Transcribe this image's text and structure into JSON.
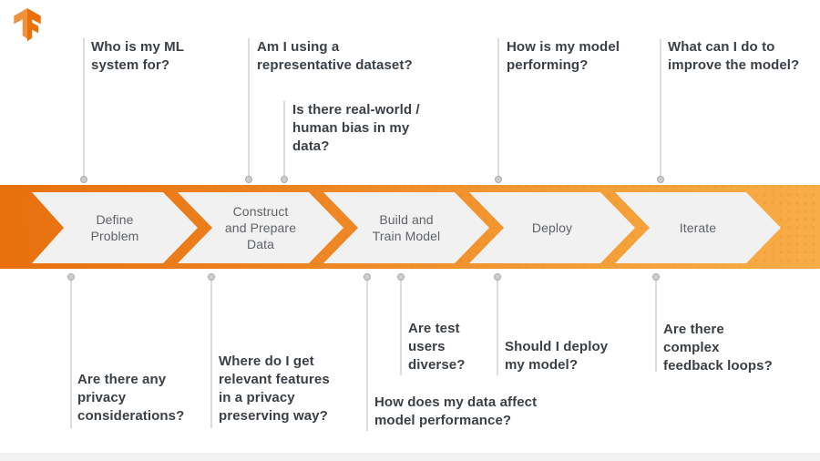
{
  "title": "TensorFlow ML workflow diagram",
  "logo": {
    "name": "TensorFlow"
  },
  "pipeline": {
    "stages": [
      {
        "label": "Define Problem",
        "lines": [
          "Define",
          "Problem"
        ]
      },
      {
        "label": "Construct and Prepare Data",
        "lines": [
          "Construct",
          "and Prepare",
          "Data"
        ]
      },
      {
        "label": "Build and Train Model",
        "lines": [
          "Build and",
          "Train Model"
        ]
      },
      {
        "label": "Deploy",
        "lines": [
          "Deploy"
        ]
      },
      {
        "label": "Iterate",
        "lines": [
          "Iterate"
        ]
      }
    ]
  },
  "questions": {
    "top": [
      {
        "lines": [
          "Who is my ML",
          "system for?"
        ]
      },
      {
        "lines": [
          "Am I using a",
          "representative dataset?"
        ]
      },
      {
        "lines": [
          "Is there real-world /",
          "human bias in my",
          "data?"
        ]
      },
      {
        "lines": [
          "How is my model",
          "performing?"
        ]
      },
      {
        "lines": [
          "What can I do to",
          "improve the model?"
        ]
      }
    ],
    "bottom": [
      {
        "lines": [
          "Are there any",
          "privacy",
          "considerations?"
        ]
      },
      {
        "lines": [
          "Where do I get",
          "relevant features",
          "in a privacy",
          "preserving way?"
        ]
      },
      {
        "lines": [
          "How does my data affect",
          "model performance?"
        ]
      },
      {
        "lines": [
          "Are test",
          "users",
          "diverse?"
        ]
      },
      {
        "lines": [
          "Should I deploy",
          "my model?"
        ]
      },
      {
        "lines": [
          "Are there",
          "complex",
          "feedback loops?"
        ]
      }
    ]
  },
  "colors": {
    "band_gradient_start": "#E8700D",
    "band_gradient_end": "#F8AD47",
    "stage_fill": "#F1F1F1",
    "stage_text": "#5F6368",
    "question_text": "#3A4045",
    "connector": "#DCDCDC",
    "logo_light": "#F0913D",
    "logo_dark": "#E8710A"
  }
}
